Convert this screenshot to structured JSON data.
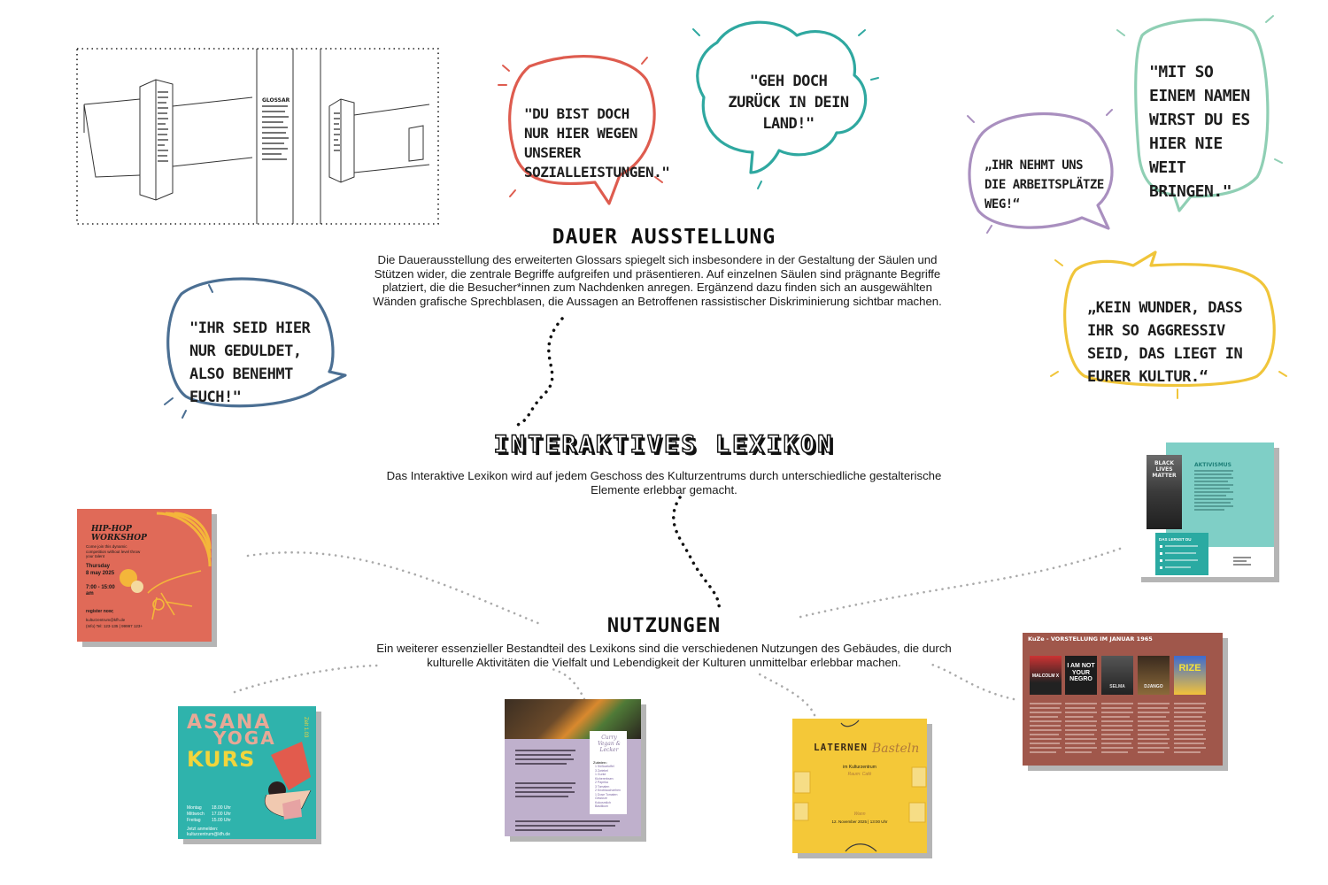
{
  "sections": {
    "dauer": {
      "title": "DAUER AUSSTELLUNG",
      "body": "Die Dauerausstellung des erweiterten Glossars spiegelt sich insbesondere in der Gestaltung der Säulen und Stützen wider, die zentrale Begriffe aufgreifen und präsentieren. Auf einzelnen Säulen sind prägnante Begriffe platziert, die die Besucher*innen zum Nachdenken anregen. Ergänzend dazu finden sich an ausgewählten Wänden grafische Sprechblasen, die Aussagen an Betroffenen rassistischer Diskriminierung sichtbar machen."
    },
    "lexikon": {
      "title": "INTERAKTIVES LEXIKON",
      "body": "Das Interaktive Lexikon wird auf jedem Geschoss des Kulturzentrums durch unterschiedliche gestalterische Elemente erlebbar gemacht."
    },
    "nutzungen": {
      "title": "NUTZUNGEN",
      "body": "Ein weiterer essenzieller Bestandteil des Lexikons sind die verschiedenen Nutzungen des Gebäudes, die durch kulturelle Aktivitäten die Vielfalt und Lebendigkeit der Kulturen unmittelbar erlebbar machen."
    }
  },
  "bubbles": [
    {
      "text": "\"DU BIST DOCH NUR HIER WEGEN UNSERER SOZIALLEISTUNGEN.\"",
      "color": "#de5c4f"
    },
    {
      "text": "\"GEH DOCH ZURÜCK IN DEIN LAND!\"",
      "color": "#2fa8a0"
    },
    {
      "text": "„IHR NEHMT UNS DIE ARBEITSPLÄTZE WEG!“",
      "color": "#a98fbf"
    },
    {
      "text": "\"MIT SO EINEM NAMEN WIRST DU ES HIER NIE WEIT BRINGEN.\"",
      "color": "#8fcfb4"
    },
    {
      "text": "\"IHR SEID HIER NUR GEDULDET, ALSO BENEHMT EUCH!\"",
      "color": "#4b6f93"
    },
    {
      "text": "„KEIN WUNDER, DASS IHR SO AGGRESSIV SEID, DAS LIEGT IN EURER KULTUR.“",
      "color": "#f0c53a"
    }
  ],
  "cards": {
    "hiphop": {
      "title": "HIP-HOP WORKSHOP",
      "intro": "Come join this dynamic competition without level throw your talent",
      "day": "Thursday",
      "date": "8 may 2025",
      "time": "7:00 - 15:00 am",
      "register": "register now;",
      "email": "kulturzentrum@kfh.de",
      "phone": "(Info) Tel: 123-135 | 99997 123+",
      "bg": "#e06a58"
    },
    "asana": {
      "line1": "ASANA",
      "line2": "YOGA",
      "line3": "KURS",
      "side": "Zelt 1.03",
      "schedule": [
        {
          "day": "Montag",
          "time": "18.00 Uhr"
        },
        {
          "day": "Mittwoch",
          "time": "17.00 Uhr"
        },
        {
          "day": "Freitag",
          "time": "15.00 Uhr"
        }
      ],
      "signup": "Jetzt anmelden:",
      "email": "kulturzentrum@kfh.de",
      "bg": "#2fb3ac"
    },
    "curry": {
      "title": "Curry Vegan & Lecker",
      "zutaten": "Zutaten:",
      "items": [
        "1 Süßkartoffel",
        "3 Zwiebel",
        "1 Gurke",
        "Kichererbsen",
        "2 Paprika",
        "3 Tomaten",
        "2 Knoblauchzehen",
        "1 Dose Tomaten",
        "Gewürze",
        "Kokosmilch",
        "Basilikum"
      ],
      "bg": "#bfb0cc"
    },
    "laternen": {
      "title1": "LATERNEN",
      "title2": "Basteln",
      "place": "im Kulturzentrum",
      "room": "Raum: Café",
      "when": "Wann",
      "date": "12. November 2025 | 13:00 Uhr",
      "bg": "#f4c838"
    },
    "aktivismus": {
      "heading": "AKTIVISMUS",
      "poster_text": "BLACK LIVES MATTER",
      "lernst": "DAS LERNST DU",
      "bg": "#7fcfc6"
    },
    "vorstellung": {
      "header": "KuZe - VORSTELLUNG IM JANUAR 1965",
      "films": [
        "MALCOLM X",
        "I AM NOT YOUR NEGRO",
        "SELMA",
        "DJANGO",
        "RIZE"
      ],
      "bg": "#a0574b"
    }
  },
  "sketch": {
    "heading": "GLOSSAR"
  }
}
